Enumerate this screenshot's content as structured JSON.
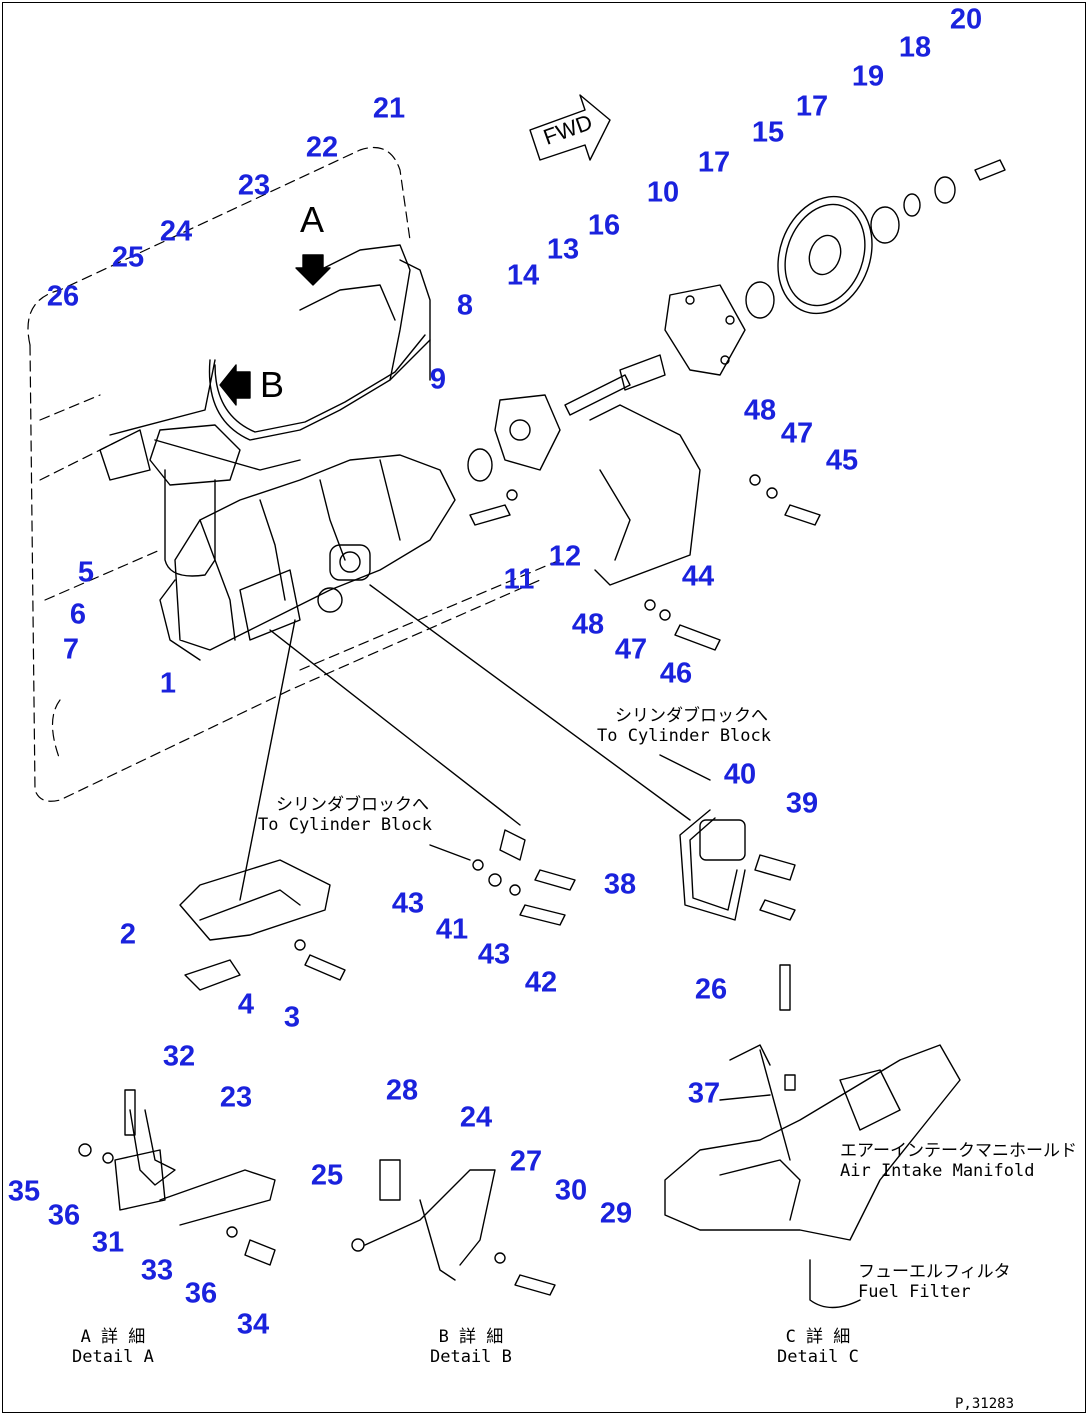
{
  "drawing_number": "P,31283",
  "forward_marker": "FWD",
  "view_letters": [
    "A",
    "B"
  ],
  "notes": {
    "to_cylinder_block_1_jp": "シリンダブロックへ",
    "to_cylinder_block_1_en": "To Cylinder Block",
    "to_cylinder_block_2_jp": "シリンダブロックへ",
    "to_cylinder_block_2_en": "To Cylinder Block",
    "air_intake_jp": "エアーインテークマニホールド",
    "air_intake_en": "Air Intake Manifold",
    "fuel_filter_jp": "フューエルフィルタ",
    "fuel_filter_en": "Fuel Filter",
    "detail_a_jp": "A 詳 細",
    "detail_a_en": "Detail A",
    "detail_b_jp": "B 詳 細",
    "detail_b_en": "Detail B",
    "detail_c_jp": "C 詳 細",
    "detail_c_en": "Detail C"
  },
  "callouts": [
    "20",
    "18",
    "19",
    "17",
    "15",
    "17",
    "10",
    "16",
    "13",
    "14",
    "8",
    "9",
    "21",
    "22",
    "23",
    "24",
    "25",
    "26",
    "5",
    "6",
    "7",
    "1",
    "11",
    "12",
    "48",
    "47",
    "45",
    "44",
    "48",
    "47",
    "46",
    "40",
    "39",
    "38",
    "2",
    "4",
    "3",
    "43",
    "41",
    "43",
    "42",
    "26",
    "37",
    "32",
    "23",
    "35",
    "36",
    "31",
    "33",
    "36",
    "34",
    "28",
    "24",
    "27",
    "25",
    "30",
    "29"
  ],
  "colors": {
    "callout": "#1a22dd",
    "linework": "#000000"
  }
}
